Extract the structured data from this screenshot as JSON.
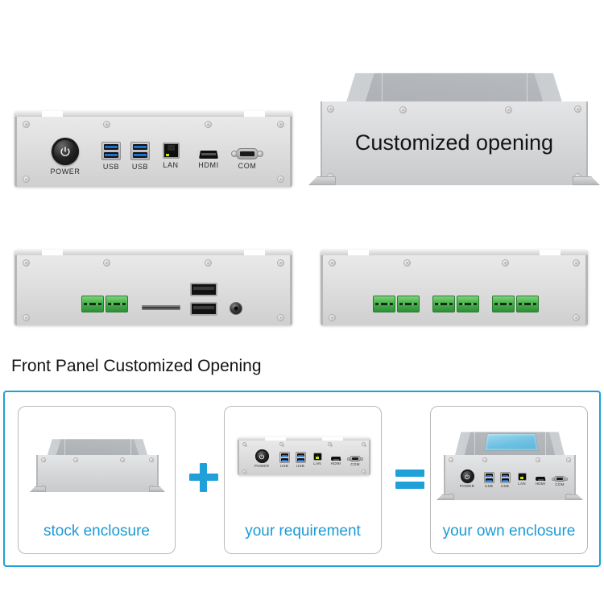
{
  "product": {
    "ports": {
      "power": "POWER",
      "usb1": "USB",
      "usb2": "USB",
      "lan": "LAN",
      "hdmi": "HDMI",
      "com": "COM"
    }
  },
  "views": {
    "front_panel_ports": {
      "name": "front-panel-with-io-ports",
      "labels": [
        "POWER",
        "USB",
        "USB",
        "LAN",
        "HDMI",
        "COM"
      ]
    },
    "customized_opening_box": {
      "caption": "Customized opening"
    },
    "rear_panel_mixed": {
      "name": "rear-panel-terminal-usb-sim",
      "terminal_blocks": 2,
      "usb_ports": 2,
      "sim_slots": 1,
      "round_jacks": 1
    },
    "rear_panel_terminals": {
      "name": "rear-panel-six-terminal-blocks",
      "terminal_blocks": 6,
      "terminal_groups": 3
    }
  },
  "heading": {
    "front_panel": "Front Panel Customized Opening"
  },
  "combo": {
    "cards": [
      {
        "caption": "stock enclosure",
        "art": "plain-enclosure"
      },
      {
        "caption": "your requirement",
        "art": "io-front-panel"
      },
      {
        "caption": "your own enclosure",
        "art": "finished-enclosure"
      }
    ],
    "operators": [
      {
        "symbol": "plus",
        "glyph": "+"
      },
      {
        "symbol": "equals",
        "glyph": "="
      }
    ]
  },
  "colors": {
    "accent_blue": "#1fa0d8",
    "caption_blue": "#1c9ad6",
    "metal_light": "#e6e6e6",
    "metal_mid": "#cfcfcf",
    "metal_dark": "#a9adb1",
    "terminal_green": "#47b24a",
    "usb_blue": "#1f6fd0",
    "text_dark": "#141414",
    "card_border": "#b9b9b9"
  }
}
